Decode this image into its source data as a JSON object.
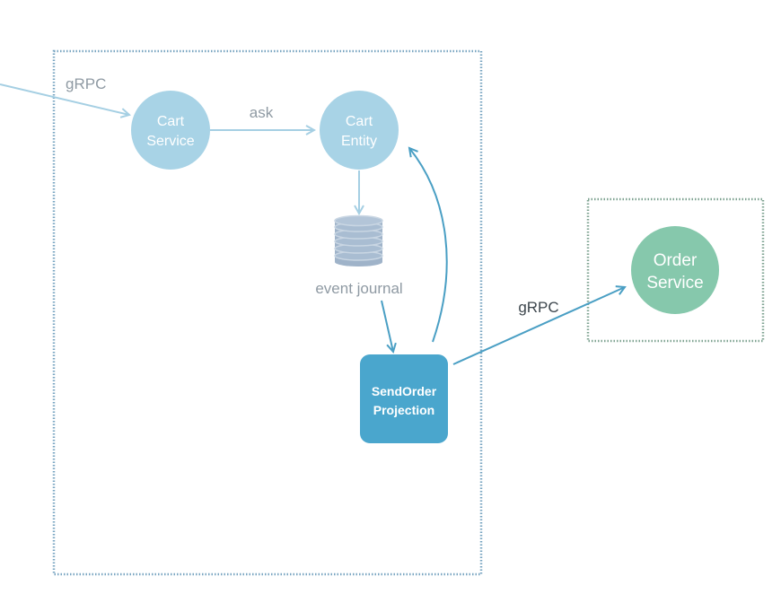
{
  "colors": {
    "container_border": "#7aa6c2",
    "order_container_border": "#7fa392",
    "faded_node": "#a8d3e6",
    "faded_node_text": "#ffffff",
    "faded_label": "#8f9aa3",
    "faded_arrow": "#a5cfe3",
    "projection_fill": "#4aa6cd",
    "projection_text": "#ffffff",
    "strong_arrow": "#4a9fc4",
    "order_node": "#86c8ac",
    "label_dark": "#3d464d"
  },
  "nodes": {
    "cart_service": {
      "line1": "Cart",
      "line2": "Service"
    },
    "cart_entity": {
      "line1": "Cart",
      "line2": "Entity"
    },
    "event_journal": {
      "label": "event journal"
    },
    "projection": {
      "line1": "SendOrder",
      "line2": "Projection"
    },
    "order_service": {
      "line1": "Order",
      "line2": "Service"
    }
  },
  "edges": {
    "incoming_label": "gRPC",
    "ask_label": "ask",
    "order_label": "gRPC"
  }
}
